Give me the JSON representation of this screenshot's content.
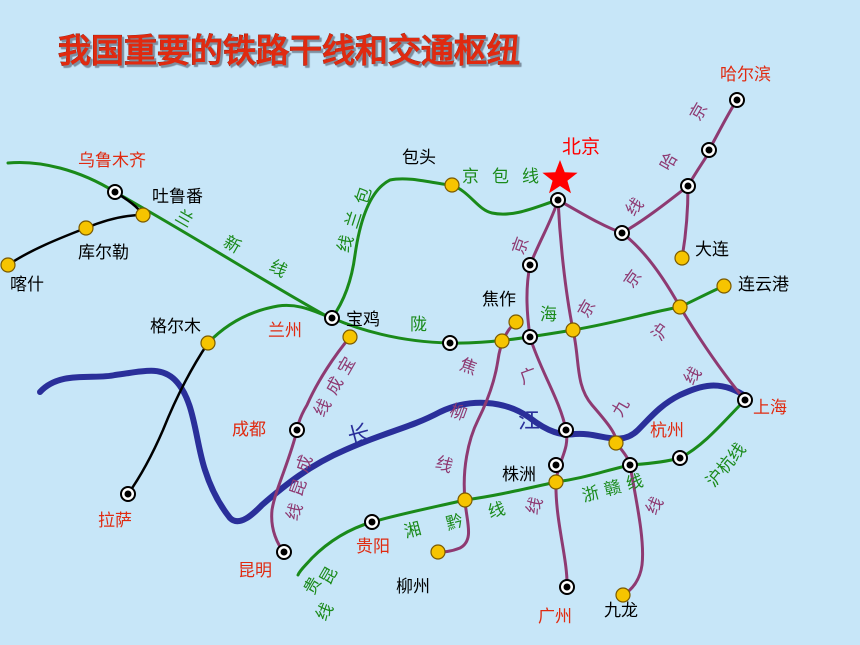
{
  "title": "我国重要的铁路干线和交通枢纽",
  "colors": {
    "background": "#c7e6f8",
    "title": "#e02a10",
    "green_line": "#1a8a1a",
    "purple_line": "#8e3a72",
    "black_line": "#000000",
    "river": "#2a2f9a",
    "city_red": "#e02a10",
    "city_black": "#000000",
    "label_green": "#1a8a1a",
    "label_purple": "#8e3a72",
    "station_fill": "#f6c400",
    "capital_star": "#ff0000"
  },
  "cities": {
    "harbin": "哈尔滨",
    "urumqi": "乌鲁木齐",
    "turpan": "吐鲁番",
    "korla": "库尔勒",
    "kashgar": "喀什",
    "baotou": "包头",
    "beijing": "北京",
    "dalian": "大连",
    "lianyungang": "连云港",
    "golmud": "格尔木",
    "lanzhou": "兰州",
    "baoji": "宝鸡",
    "jiaozuo": "焦作",
    "chengdu": "成都",
    "shanghai": "上海",
    "hangzhou": "杭州",
    "zhuzhou": "株洲",
    "lhasa": "拉萨",
    "guiyang": "贵阳",
    "kunming": "昆明",
    "liuzhou": "柳州",
    "guangzhou": "广州",
    "jiulong": "九龙"
  },
  "line_chars": {
    "jingha": [
      "京",
      "哈",
      "线"
    ],
    "jingbao": [
      "京",
      "包",
      "线"
    ],
    "baolan": [
      "包",
      "兰",
      "线"
    ],
    "lanxin": [
      "兰",
      "新",
      "线"
    ],
    "jingguang": [
      "京",
      "广",
      "线"
    ],
    "jinghu": [
      "京",
      "沪",
      "线"
    ],
    "longhai": [
      "陇",
      "海"
    ],
    "baocheng": [
      "宝",
      "成",
      "线"
    ],
    "jiaoliu": [
      "焦",
      "柳",
      "线"
    ],
    "jingjiu": [
      "京",
      "九",
      "线"
    ],
    "chengkun": [
      "成",
      "昆",
      "线"
    ],
    "xiangqian": [
      "湘",
      "黔",
      "线"
    ],
    "zhegan": [
      "浙",
      "赣",
      "线"
    ],
    "huhang": [
      "沪杭线"
    ],
    "guikun": [
      "贵",
      "昆",
      "线"
    ]
  },
  "river_chars": [
    "长",
    "江"
  ]
}
